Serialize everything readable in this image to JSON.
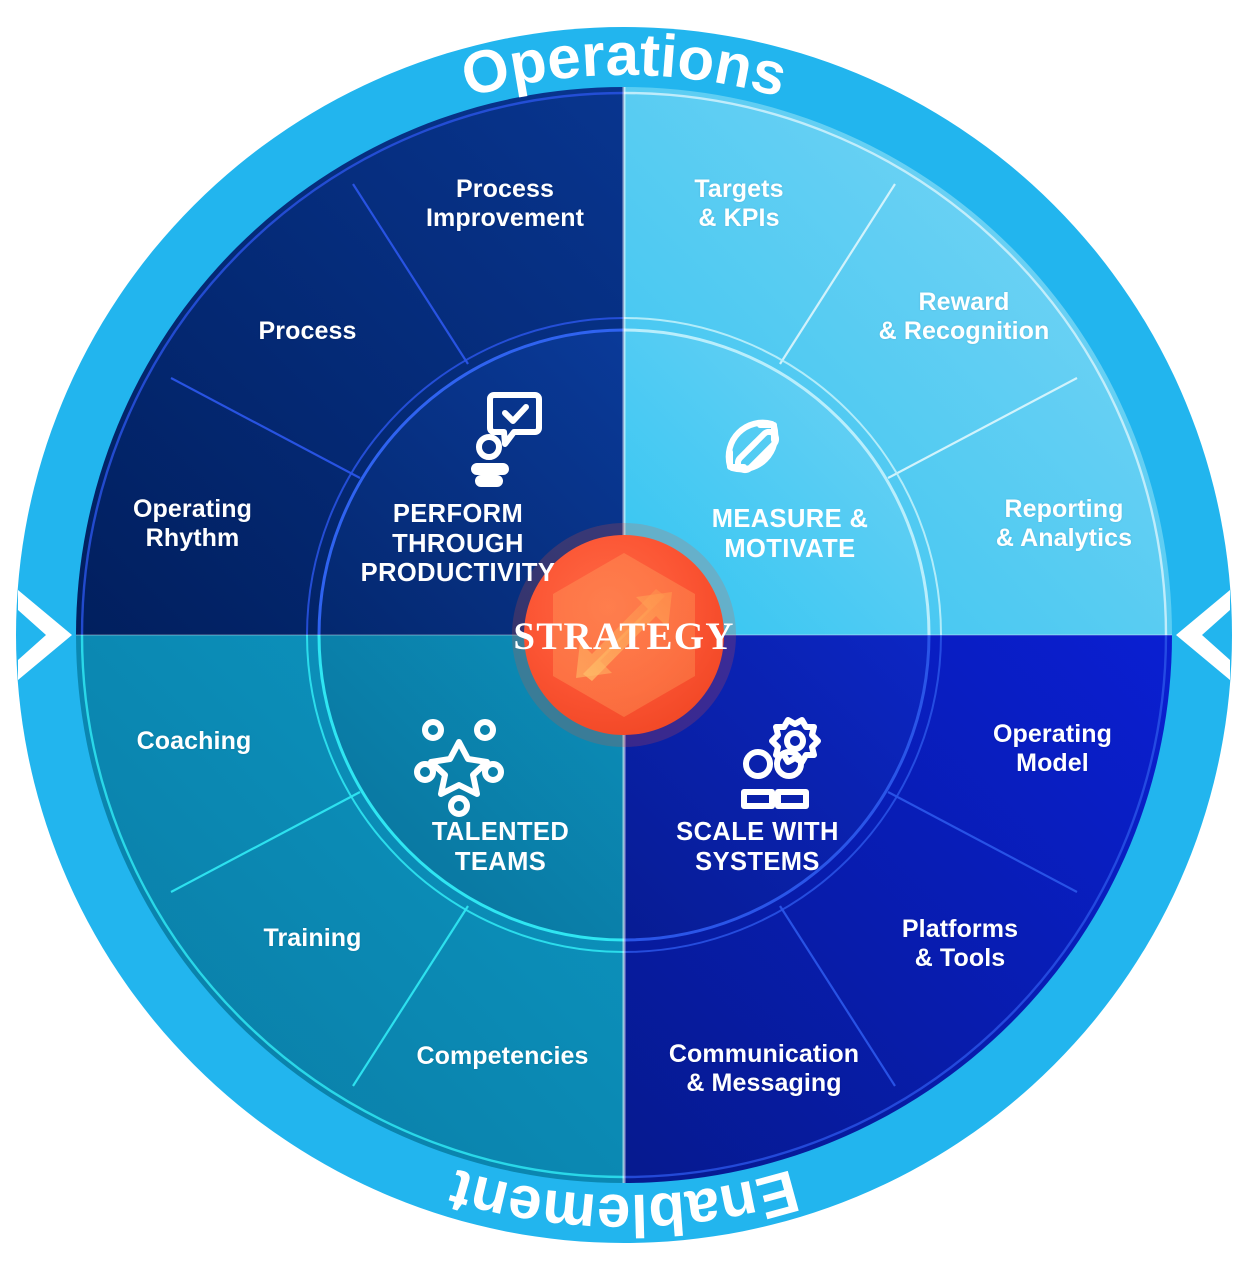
{
  "diagram": {
    "title": "Strategy Wheel",
    "center": {
      "label": "STRATEGY",
      "color": "#f9512f",
      "icon": "hexagon-arrows-logo"
    },
    "ring_words": [
      {
        "key": "top",
        "text": "Operations"
      },
      {
        "key": "bottom",
        "text": "Enablement"
      }
    ],
    "outer_ring_color": "#22b5ee",
    "quadrants": [
      {
        "id": "perform-through-productivity",
        "position": "top-left",
        "inner_label": "PERFORM\nTHROUGH\nPRODUCTIVITY",
        "icon": "feedback-chart-icon",
        "color": "#032874",
        "inner_color": "#062f85",
        "divider_color": "#1f46d8",
        "outer_items": [
          {
            "label": "Process\nImprovement"
          },
          {
            "label": "Process"
          },
          {
            "label": "Operating\nRhythm"
          }
        ]
      },
      {
        "id": "measure-and-motivate",
        "position": "top-right",
        "inner_label": "MEASURE &\nMOTIVATE",
        "icon": "measure-refresh-icon",
        "color": "#6bcff2",
        "inner_color": "#5cc9f0",
        "divider_color": "#c9f2fb",
        "outer_items": [
          {
            "label": "Targets\n& KPIs"
          },
          {
            "label": "Reward\n& Recognition"
          },
          {
            "label": "Reporting\n& Analytics"
          }
        ]
      },
      {
        "id": "talented-teams",
        "position": "bottom-left",
        "inner_label": "TALENTED\nTEAMS",
        "icon": "star-team-icon",
        "color": "#0a82ab",
        "inner_color": "#0b89b5",
        "divider_color": "#1de3f0",
        "outer_items": [
          {
            "label": "Coaching"
          },
          {
            "label": "Training"
          },
          {
            "label": "Competencies"
          }
        ]
      },
      {
        "id": "scale-with-systems",
        "position": "bottom-right",
        "inner_label": "SCALE WITH\nSYSTEMS",
        "icon": "people-gear-icon",
        "color": "#0a1bbb",
        "inner_color": "#0b23ad",
        "divider_color": "#2f5bff",
        "outer_items": [
          {
            "label": "Operating\nModel"
          },
          {
            "label": "Platforms\n& Tools"
          },
          {
            "label": "Communication\n& Messaging"
          }
        ]
      }
    ]
  }
}
